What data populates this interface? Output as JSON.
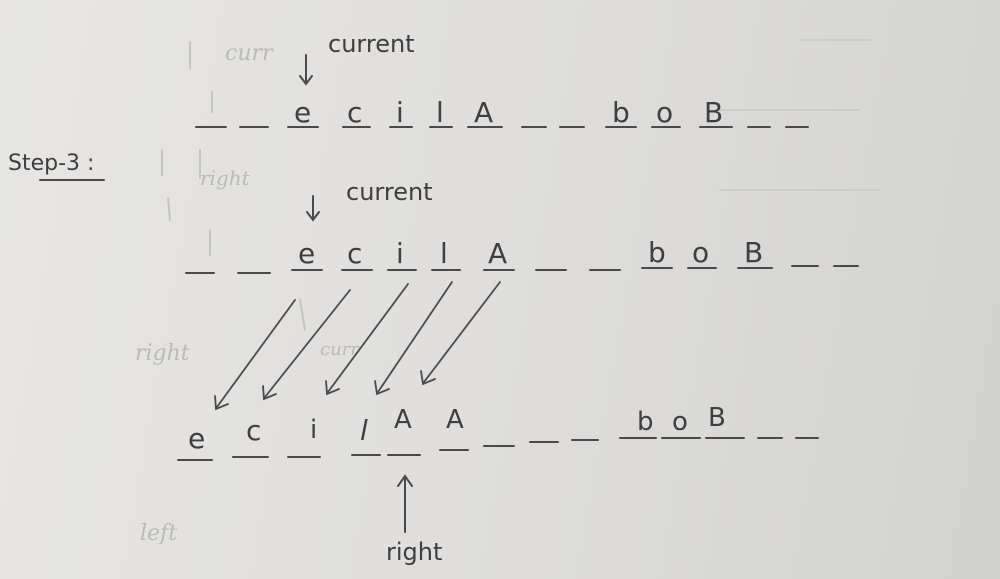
{
  "step_label": "Step-3 :",
  "ghost_text": {
    "row1_left": "curr",
    "row1_right_marker": "right",
    "mid_right": "right",
    "bottom_left": "left"
  },
  "rows": [
    {
      "pointer_label": "current",
      "cells": [
        "",
        "",
        "e",
        "c",
        "i",
        "l",
        "A",
        "",
        "",
        "b",
        "o",
        "B",
        "",
        ""
      ]
    },
    {
      "pointer_label": "current",
      "cells": [
        "",
        "",
        "e",
        "c",
        "i",
        "l",
        "A",
        "",
        "",
        "b",
        "o",
        "B",
        "",
        ""
      ]
    },
    {
      "cells": [
        "e",
        "c",
        "i",
        "l",
        "A",
        "A",
        "",
        "",
        "",
        "b",
        "o",
        "B",
        "",
        ""
      ]
    }
  ],
  "bottom_pointer_label": "right",
  "colors": {
    "ink": "#4a4a4a",
    "paper": "#e2e1df",
    "ghost": "#b9b9b7"
  }
}
